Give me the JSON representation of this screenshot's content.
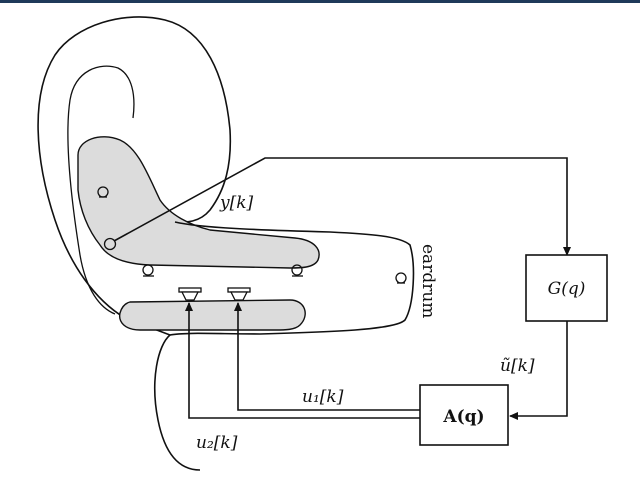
{
  "labels": {
    "measurement": "y[k]",
    "transfer_block": "G(q)",
    "filtered_signal": "ũ[k]",
    "control_block": "A(q)",
    "input_one": "u₁[k]",
    "input_two": "u₂[k]",
    "eardrum": "eardrum"
  }
}
